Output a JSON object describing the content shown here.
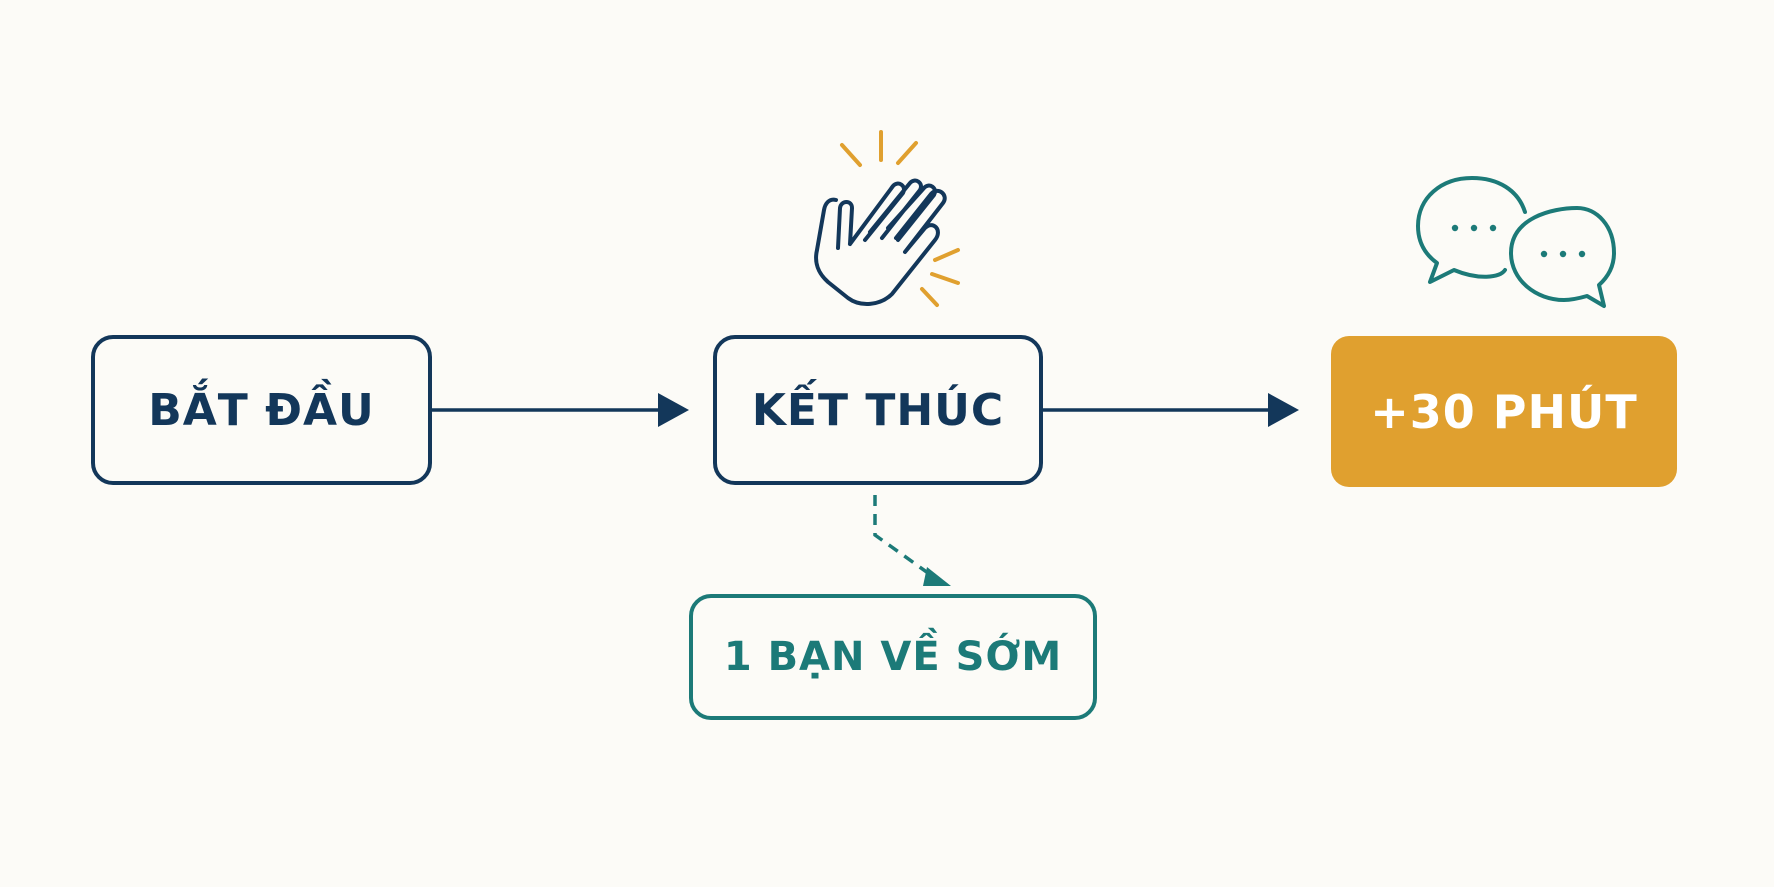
{
  "nodes": {
    "start": {
      "label": "BẮT ĐẦU"
    },
    "end": {
      "label": "KẾT THÚC"
    },
    "extra": {
      "label": "+30 PHÚT"
    },
    "early_leave": {
      "label": "1 BẠN VỀ SỚM"
    }
  },
  "icons": {
    "clap": "clapping-hands-icon",
    "chat": "chat-bubbles-icon"
  },
  "colors": {
    "background": "#fcfbf7",
    "navy": "#13375a",
    "teal": "#1c7a78",
    "orange": "#e0a02f",
    "white": "#ffffff"
  }
}
